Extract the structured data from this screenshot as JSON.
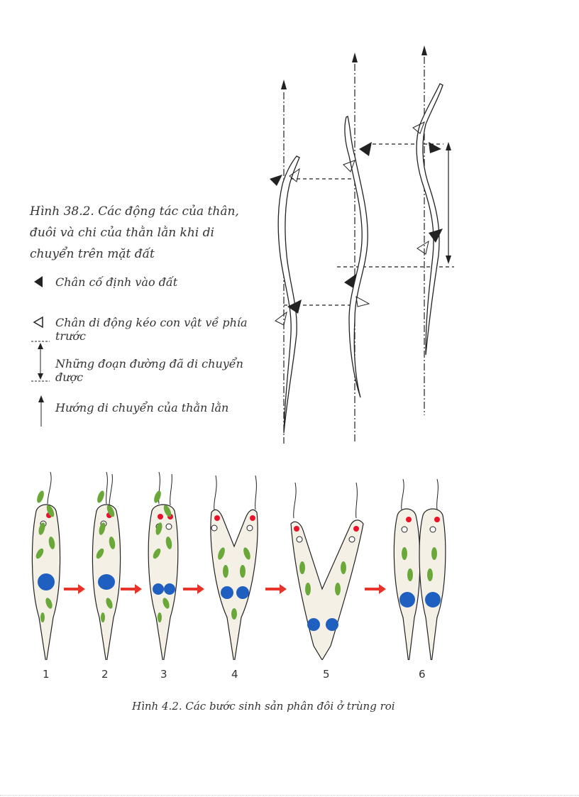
{
  "figure1": {
    "caption": "Hình 38.2. Các động tác của thân, đuôi và chi của thằn lằn khi di chuyển trên mặt đất",
    "legend": [
      {
        "icon": "filled-triangle-icon",
        "label": "Chân cố định vào đất"
      },
      {
        "icon": "hollow-triangle-icon",
        "label": "Chân di động kéo con vật về phía trước"
      },
      {
        "icon": "double-arrow-icon",
        "label": "Những đoạn đường đã di chuyển được"
      },
      {
        "icon": "up-arrow-icon",
        "label": "Hướng di chuyển của thằn lằn"
      }
    ]
  },
  "figure2": {
    "caption": "Hình 4.2. Các bước sinh sản phân đôi ở trùng roi",
    "steps": [
      "1",
      "2",
      "3",
      "4",
      "5",
      "6"
    ],
    "colors": {
      "arrow": "#e8332a",
      "nucleus": "#1f5fbf",
      "eyespot": "#e8132a",
      "chloroplast": "#6aa83a",
      "body": "#f4f0e6"
    }
  }
}
